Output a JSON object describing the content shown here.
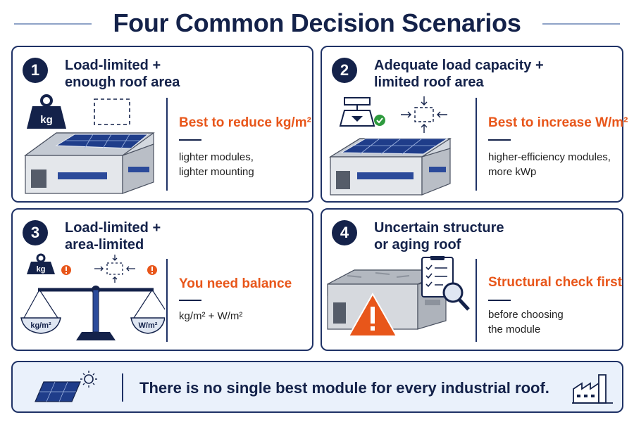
{
  "title": "Four Common Decision Scenarios",
  "scenarios": [
    {
      "number": "1",
      "title_lines": [
        "Load-limited +",
        "enough roof area"
      ],
      "highlight": "Best to reduce kg/m²",
      "detail_lines": [
        "lighter modules,",
        "lighter mounting"
      ],
      "weight_label": "kg"
    },
    {
      "number": "2",
      "title_lines": [
        "Adequate load capacity +",
        "limited roof area"
      ],
      "highlight": "Best to increase W/m²",
      "detail_lines": [
        "higher-efficiency modules,",
        "more kWp"
      ]
    },
    {
      "number": "3",
      "title_lines": [
        "Load-limited +",
        "area-limited"
      ],
      "highlight": "You need balance",
      "detail_lines": [
        "kg/m² + W/m²"
      ],
      "weight_label": "kg",
      "scale_left": "kg/m²",
      "scale_right": "W/m²"
    },
    {
      "number": "4",
      "title_lines": [
        "Uncertain structure",
        "or aging roof"
      ],
      "highlight": "Structural check first",
      "detail_lines": [
        "before choosing",
        "the module"
      ]
    }
  ],
  "footer": {
    "message": "There is no single best module for every industrial roof."
  },
  "colors": {
    "navy": "#14224a",
    "accent": "#e8561a",
    "panel": "#2b4a9a",
    "footer_bg": "#eaf1fb",
    "check": "#2e9a3e"
  },
  "icons": [
    "weight-icon",
    "solar-panel-icon",
    "building-icon",
    "checkmark-icon",
    "compress-arrows-icon",
    "balance-scale-icon",
    "warning-icon",
    "checklist-icon",
    "magnifier-icon",
    "sun-icon",
    "factory-icon"
  ]
}
